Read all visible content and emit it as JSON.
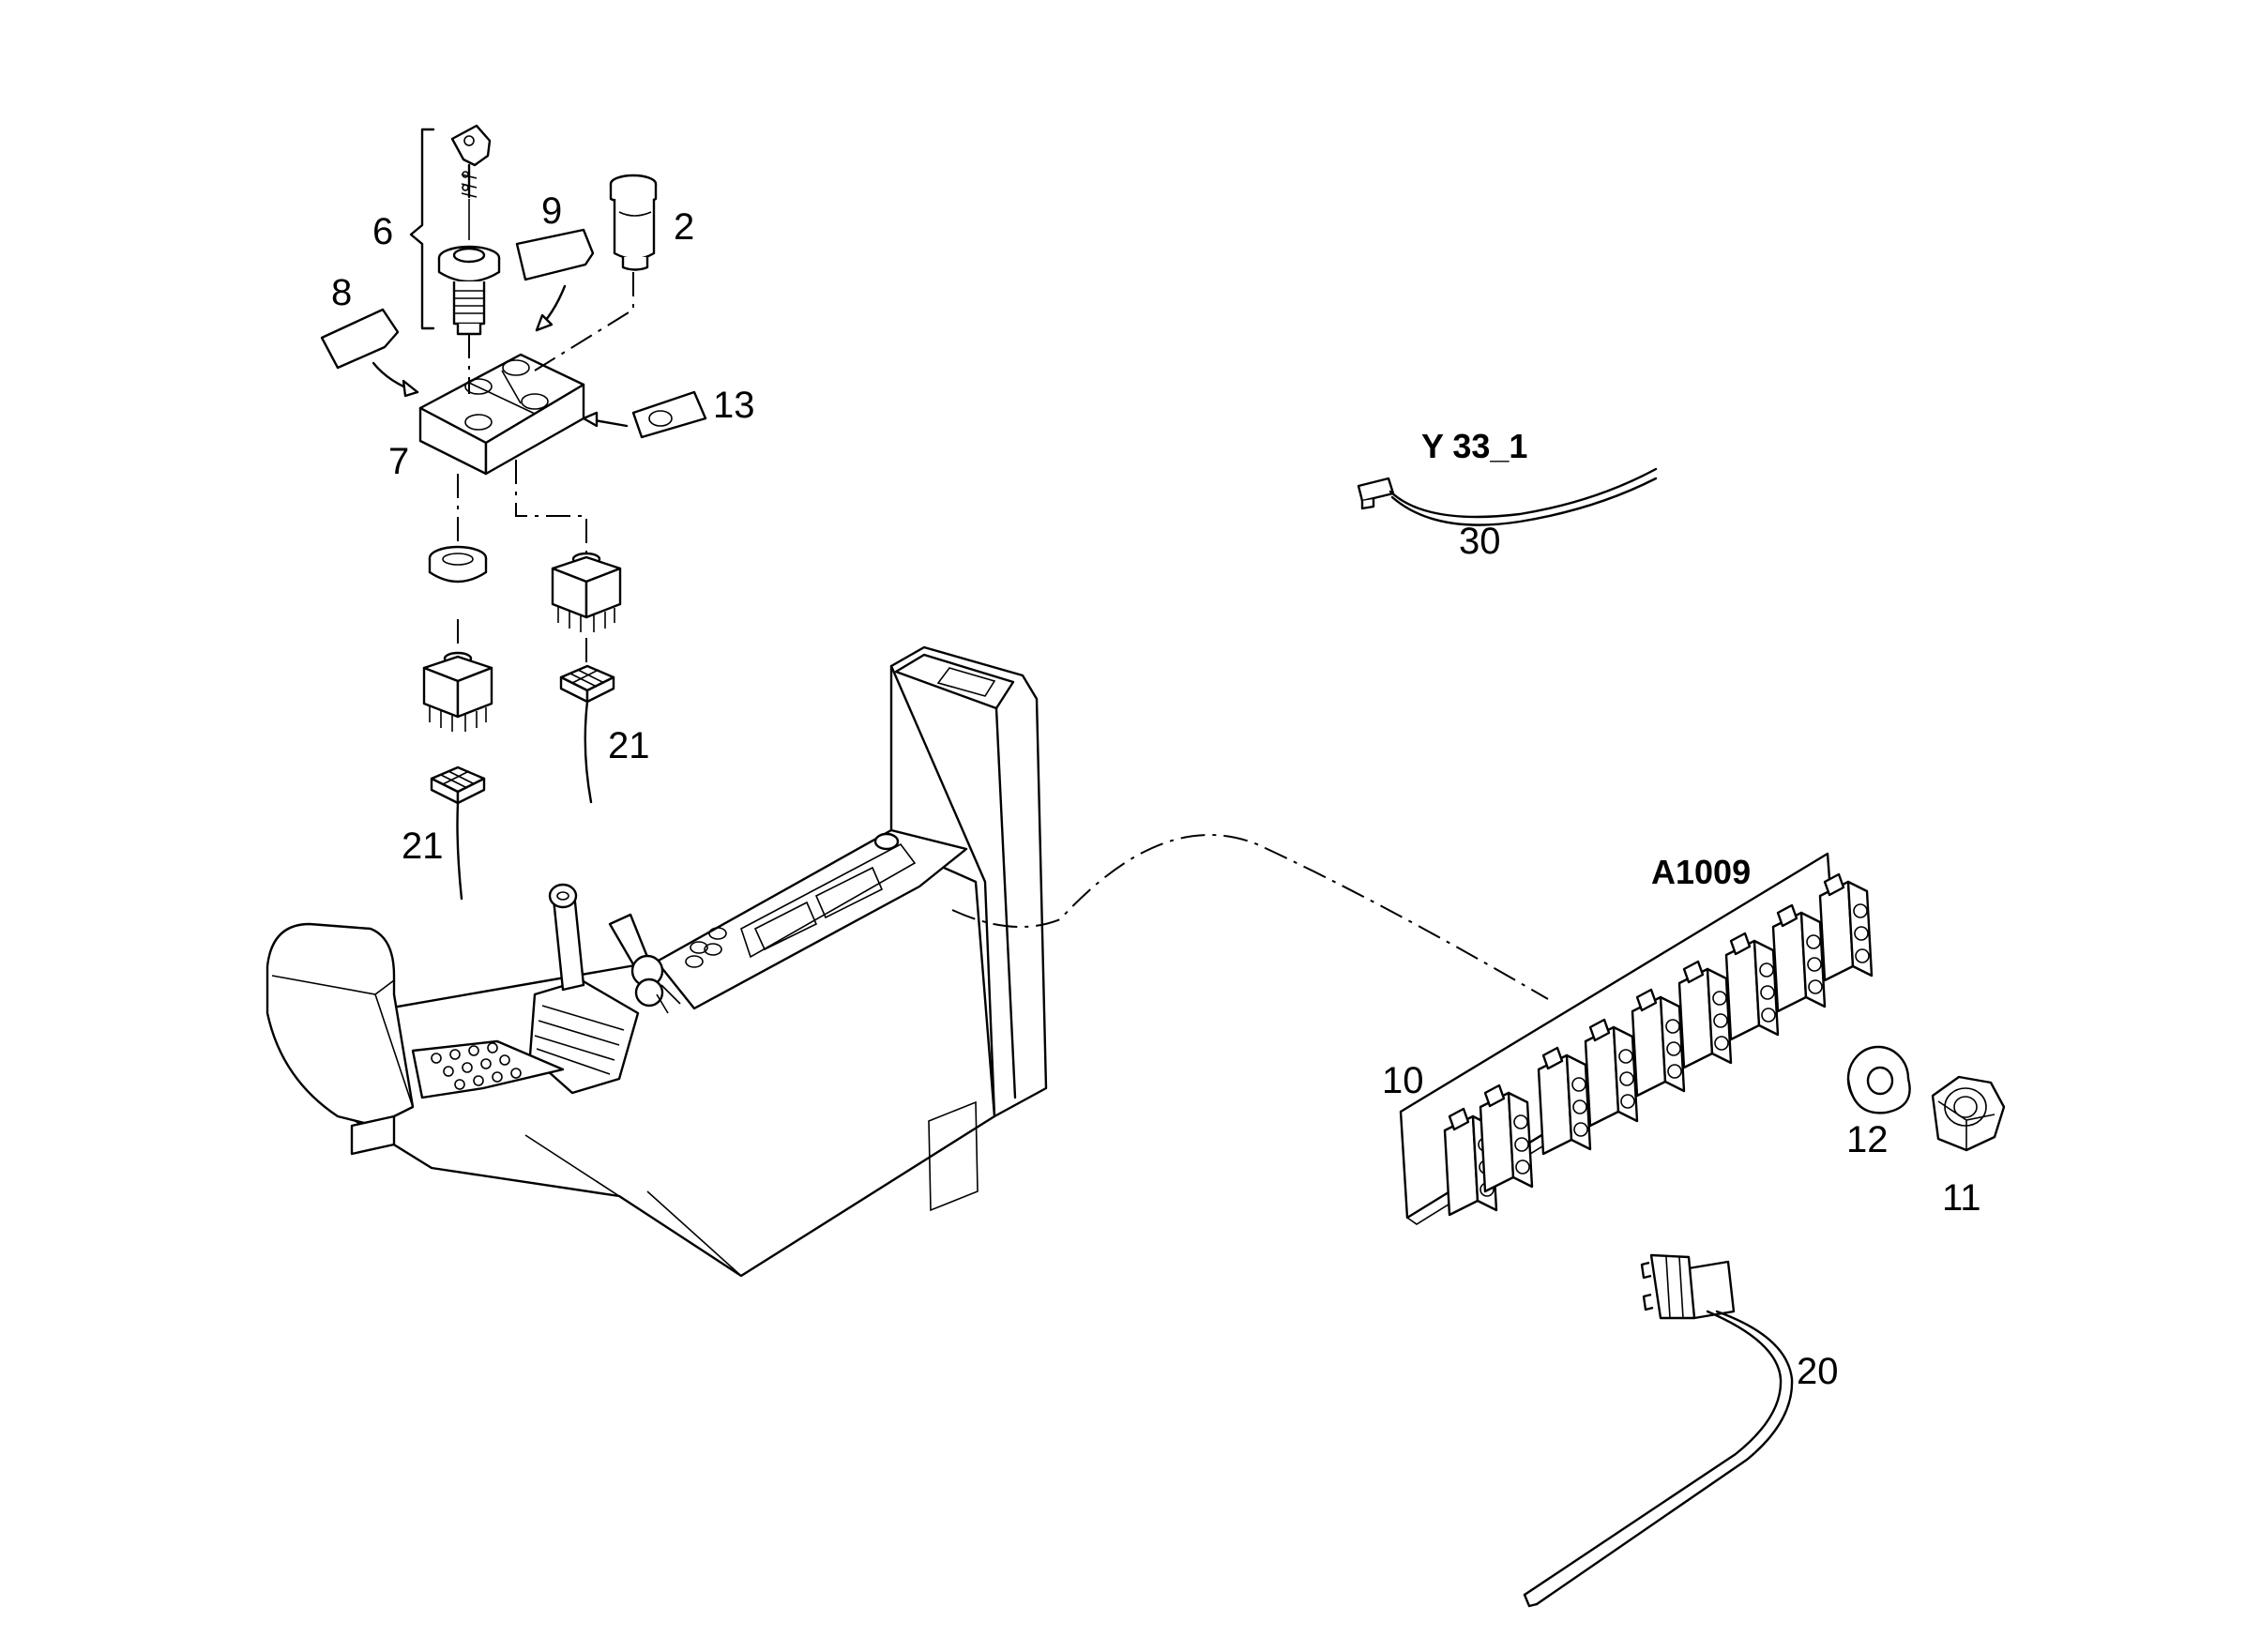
{
  "callouts": {
    "c2": "2",
    "c6": "6",
    "c7": "7",
    "c8": "8",
    "c9": "9",
    "c10": "10",
    "c11": "11",
    "c12": "12",
    "c13": "13",
    "c20": "20",
    "c21a": "21",
    "c21b": "21",
    "c30": "30"
  },
  "labels": {
    "connector": "Y 33_1",
    "module": "A1009"
  },
  "icons": {
    "key": "key-icon",
    "ignition": "ignition-switch-icon",
    "cover": "plug-cover-icon",
    "nut": "hex-nut-icon",
    "washer": "washer-icon"
  }
}
